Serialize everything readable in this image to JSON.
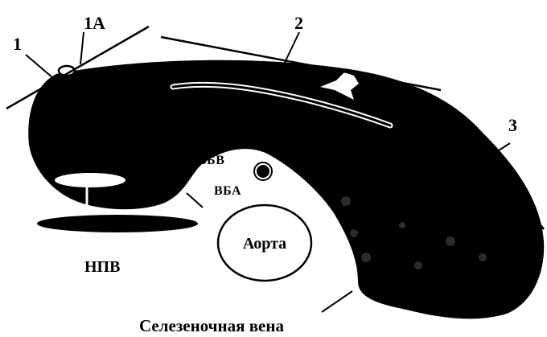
{
  "labels": {
    "one": "1",
    "one_a": "1А",
    "two": "2",
    "three": "3",
    "vbv": "ВБВ",
    "vba": "ВБА",
    "aorta": "Аорта",
    "npv": "НПВ",
    "splenic_vein": "Селезеночная вена"
  },
  "colors": {
    "ink": "#000000",
    "paper": "#ffffff",
    "texture": "#2b2b2b"
  }
}
